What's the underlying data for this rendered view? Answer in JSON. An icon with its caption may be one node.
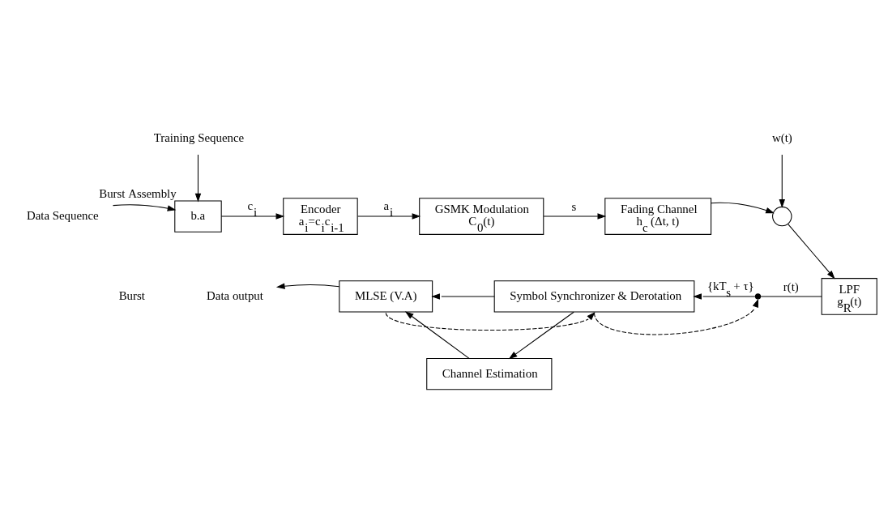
{
  "diagram": {
    "nodes": [
      {
        "text": [
          "Training Sequence"
        ]
      },
      {
        "text": [
          "Data Sequence"
        ]
      },
      {
        "text": [
          "b.a"
        ],
        "beside": [
          "Burst Assembly"
        ]
      },
      {
        "text": [
          "Encoder",
          "a$_{i}$=c$_{i}$c$_{i-1}$"
        ]
      },
      {
        "text": [
          "GSMK Modulation",
          "C$_{0}$(t)"
        ]
      },
      {
        "text": [
          "Fading Channel",
          "h$_{c}$ (Δt, t)"
        ]
      },
      {
        "text": [
          "w(t)"
        ]
      },
      {
        "text": [],
        "shape": "circle"
      },
      {
        "text": [
          "LPF",
          "g$_{R}$(t)"
        ]
      },
      {
        "text": [],
        "shape": "switch",
        "beside": [
          "{kT$_{s}$ + τ}"
        ]
      },
      {
        "text": [
          "Symbol Synchronizer & Derotation"
        ]
      },
      {
        "text": [
          "MLSE (V.A)"
        ]
      },
      {
        "text": [
          "Channel Estimation"
        ]
      },
      {
        "text": [
          "Data output"
        ]
      }
    ],
    "edges": [
      {
        "from": 1,
        "to": 2,
        "arrow": "to"
      },
      {
        "from": 0,
        "to": 2,
        "arrow": "to"
      },
      {
        "from": 2,
        "to": 3,
        "arrow": "to",
        "label": "c$_{i}$"
      },
      {
        "from": 3,
        "to": 4,
        "arrow": "to",
        "label": "a$_{i}$"
      },
      {
        "from": 4,
        "to": 5,
        "arrow": "to",
        "label": "s"
      },
      {
        "from": 5,
        "to": 7,
        "arrow": "to"
      },
      {
        "from": 6,
        "to": 7,
        "arrow": "to"
      },
      {
        "from": 7,
        "to": 8,
        "arrow": "to"
      },
      {
        "from": 8,
        "to": 9,
        "arrow": "none",
        "label": "r(t)"
      },
      {
        "from": 9,
        "to": 10,
        "arrow": "to"
      },
      {
        "from": 10,
        "to": 11,
        "arrow": "to"
      },
      {
        "from": 10,
        "to": 12,
        "arrow": "to"
      },
      {
        "from": 12,
        "to": 11,
        "arrow": "to"
      },
      {
        "from": 11,
        "to": 13,
        "arrow": "to"
      },
      {
        "from": 11,
        "to": 10,
        "arrow": "to",
        "style": "dashed"
      },
      {
        "from": 10,
        "to": 9,
        "arrow": "to",
        "style": "dashed"
      }
    ],
    "labels": [
      "Burst"
    ]
  }
}
